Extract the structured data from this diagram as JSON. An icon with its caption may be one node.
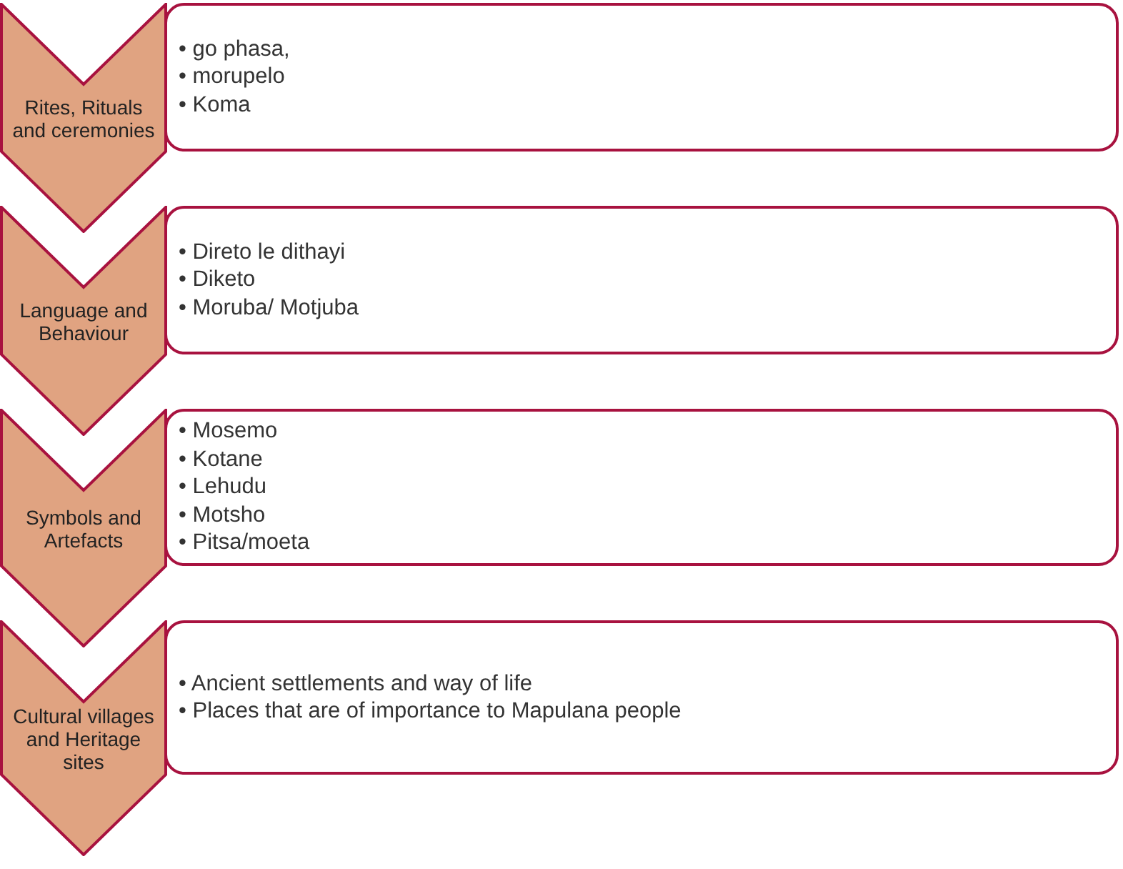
{
  "diagram": {
    "nodes": [
      {
        "text": [
          "Rites, Rituals and ceremonies"
        ]
      },
      {
        "text": [
          "• go phasa,",
          "• morupelo",
          "• Koma"
        ]
      },
      {
        "text": [
          "Language and Behaviour"
        ]
      },
      {
        "text": [
          "• Direto le dithayi",
          "• Diketo",
          "• Moruba/ Motjuba"
        ]
      },
      {
        "text": [
          "Symbols and Artefacts"
        ]
      },
      {
        "text": [
          "• Mosemo",
          "• Kotane",
          "• Lehudu",
          "• Motsho",
          "• Pitsa/moeta"
        ]
      },
      {
        "text": [
          "Cultural villages and Heritage sites"
        ]
      },
      {
        "text": [
          "• Ancient settlements and way of life",
          "• Places that are of importance to Mapulana people"
        ]
      }
    ]
  }
}
